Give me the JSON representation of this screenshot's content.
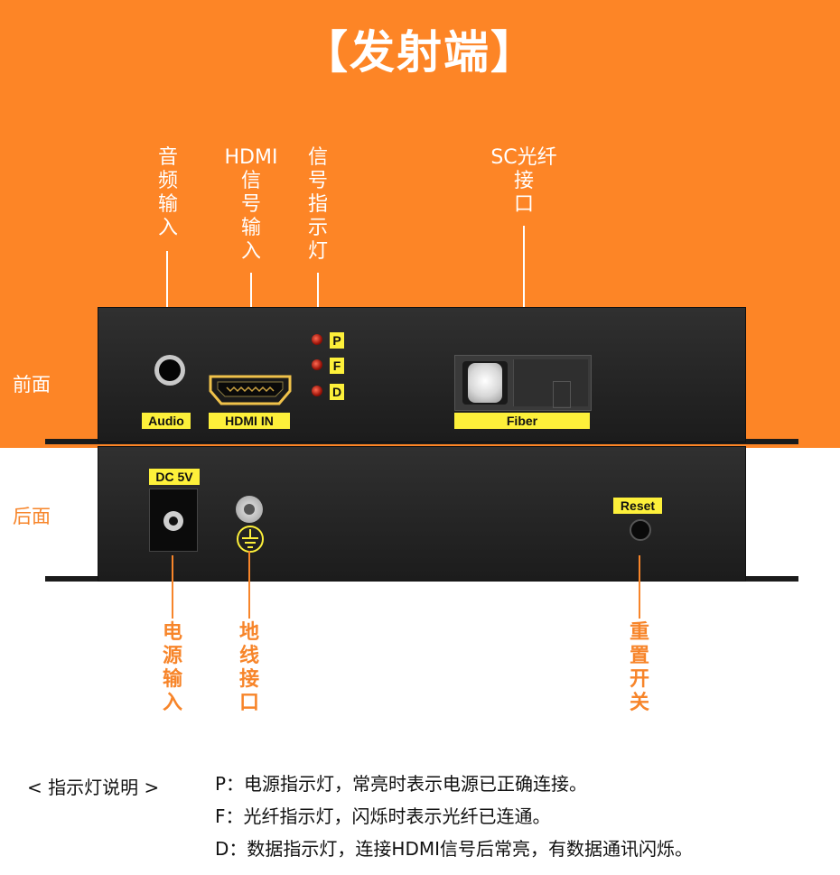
{
  "title": "【发射端】",
  "labels": {
    "audio_in": "音\n频\n输\n入",
    "hdmi_in": "HDMI\n信\n号\n输\n入",
    "signal_led": "信\n号\n指\n示\n灯",
    "sc_fiber": "SC光纤\n接\n口",
    "front": "前面",
    "back": "后面",
    "power_in": "电\n源\n输\n入",
    "ground": "地\n线\n接\n口",
    "reset_switch": "重\n置\n开\n关"
  },
  "device_labels": {
    "audio": "Audio",
    "hdmi": "HDMI IN",
    "fiber": "Fiber",
    "dc": "DC 5V",
    "reset": "Reset",
    "led_p": "P",
    "led_f": "F",
    "led_d": "D"
  },
  "legend": {
    "heading": "< 指示灯说明 >",
    "lines": [
      "P：电源指示灯，常亮时表示电源已正确连接。",
      "F：光纤指示灯，闪烁时表示光纤已连通。",
      "D：数据指示灯，连接HDMI信号后常亮，有数据通讯闪烁。"
    ]
  },
  "colors": {
    "orange": "#fd8526",
    "device": "#2a2a2a",
    "label_yellow": "#fdf03a",
    "led_red": "#c0180c"
  }
}
